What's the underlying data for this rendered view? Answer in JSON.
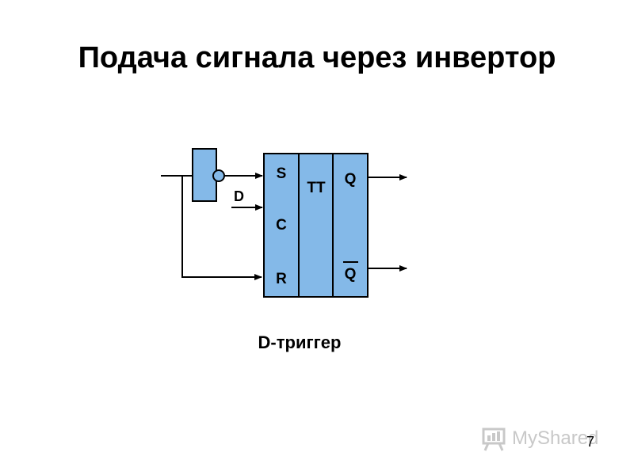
{
  "slide": {
    "title": "Подача сигнала через инвертор",
    "caption": "D-триггер",
    "page_number": "7"
  },
  "diagram": {
    "input_label": "D",
    "trigger": {
      "inputs": [
        "S",
        "C",
        "R"
      ],
      "type_label": "TT",
      "outputs": {
        "q": "Q",
        "q_bar": "Q"
      }
    }
  },
  "watermark": {
    "text": "MyShared"
  },
  "colors": {
    "block_fill": "#84b9e8",
    "stroke": "#000000",
    "watermark": "#c8c8c8"
  }
}
